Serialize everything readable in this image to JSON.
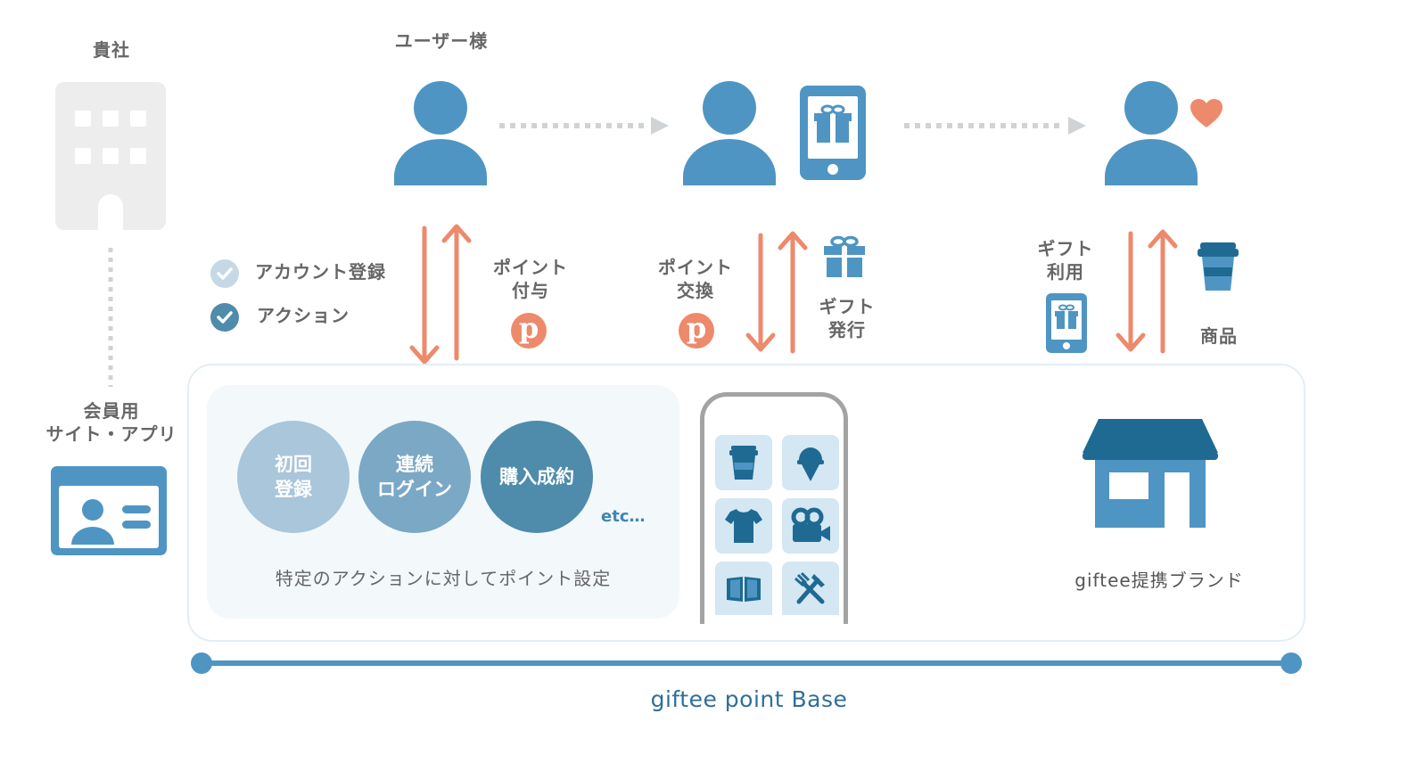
{
  "labels": {
    "company": "貴社",
    "user": "ユーザー様",
    "member_site": [
      "会員用",
      "サイト・アプリ"
    ],
    "account_registration": "アカウント登録",
    "action": "アクション",
    "point_grant": [
      "ポイント",
      "付与"
    ],
    "point_exchange": [
      "ポイント",
      "交換"
    ],
    "gift_issue": [
      "ギフト",
      "発行"
    ],
    "gift_use": [
      "ギフト",
      "利用"
    ],
    "product": "商品",
    "point_badge": "p"
  },
  "actions": [
    {
      "line1": "初回",
      "line2": "登録",
      "color": "#a9c6da"
    },
    {
      "line1": "連続",
      "line2": "ログイン",
      "color": "#7aa8c5"
    },
    {
      "line1": "購入成約",
      "line2": "",
      "color": "#4f8bab"
    }
  ],
  "etc": "etc…",
  "action_caption": "特定のアクションに対してポイント設定",
  "brands_caption": "giftee提携ブランド",
  "platform_name": "giftee point Base",
  "catalog_icons": [
    "coffee-cup-icon",
    "ice-cream-icon",
    "tshirt-icon",
    "video-camera-icon",
    "book-icon",
    "cutlery-icon"
  ],
  "colors": {
    "primary_blue": "#4f95c3",
    "dark_blue": "#1f6a93",
    "accent_orange": "#ec8a6b",
    "building_gray": "#ededee",
    "dotted_gray": "#cfd3d6"
  }
}
